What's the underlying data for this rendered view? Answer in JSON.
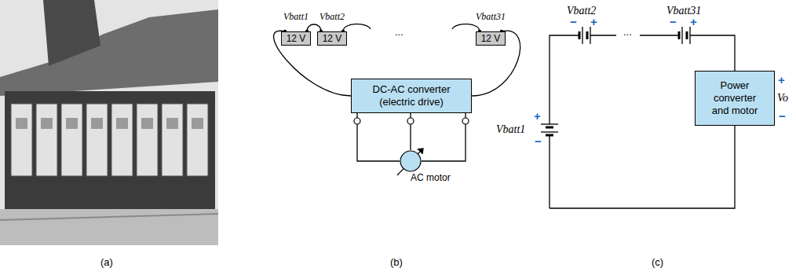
{
  "diagram": {
    "nodes": [
      {
        "text": [
          "Vbatt1",
          "12 V"
        ]
      },
      {
        "text": [
          "Vbatt2",
          "12 V"
        ]
      },
      {
        "text": [
          "Vbatt31",
          "12 V"
        ]
      },
      {
        "text": [
          "DC-AC converter (electric drive)"
        ]
      },
      {
        "text": [
          "AC motor"
        ]
      },
      {
        "text": [
          "Power converter and motor"
        ]
      }
    ],
    "edges": [
      {
        "from": 0,
        "to": 1,
        "arrow": "none"
      },
      {
        "from": 0,
        "to": 3,
        "arrow": "none"
      },
      {
        "from": 2,
        "to": 3,
        "arrow": "none"
      },
      {
        "from": 3,
        "to": 4,
        "arrow": "none"
      },
      {
        "from": 3,
        "to": 4,
        "arrow": "none"
      },
      {
        "from": 3,
        "to": 4,
        "arrow": "none"
      }
    ],
    "labels": [
      "(a)",
      "...",
      "(b)",
      "Vbatt2",
      "−",
      "+",
      "...",
      "Vbatt31",
      "−",
      "+",
      "Vbatt1",
      "+",
      "−",
      "+",
      "Vo",
      "−",
      "(c)"
    ]
  }
}
